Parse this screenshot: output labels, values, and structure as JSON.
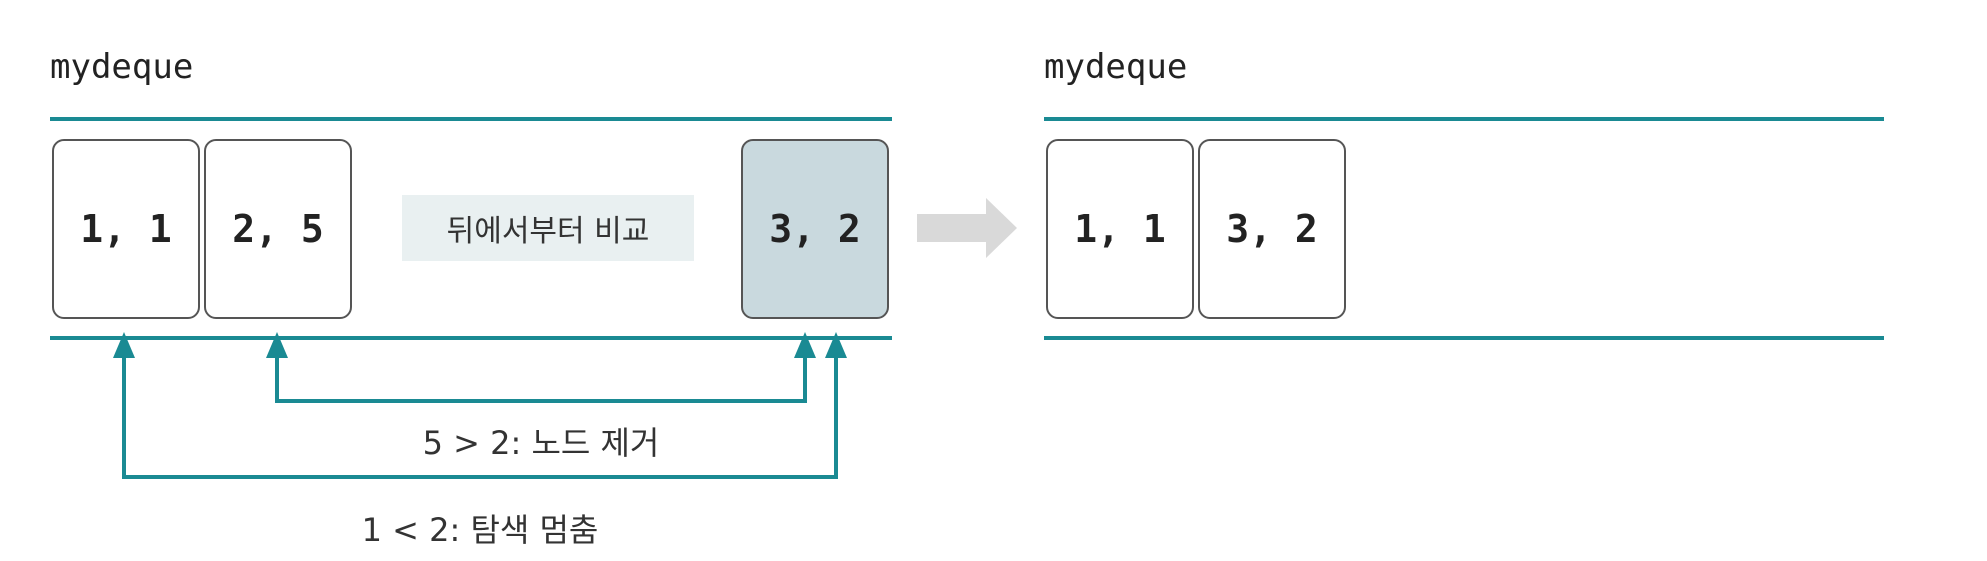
{
  "left": {
    "title": "mydeque",
    "nodes": [
      "1, 1",
      "2, 5",
      "3, 2"
    ],
    "caption": "뒤에서부터 비교"
  },
  "right": {
    "title": "mydeque",
    "nodes": [
      "1, 1",
      "3, 2"
    ]
  },
  "annotations": {
    "remove": "5 > 2:  노드 제거",
    "stop": "1 < 2:  탐색 멈춤"
  },
  "colors": {
    "rail": "#1a8a93",
    "highlight_node": "#c9d9de",
    "caption_bg": "#e9f0f1",
    "transition_arrow": "#d9d9d9"
  }
}
